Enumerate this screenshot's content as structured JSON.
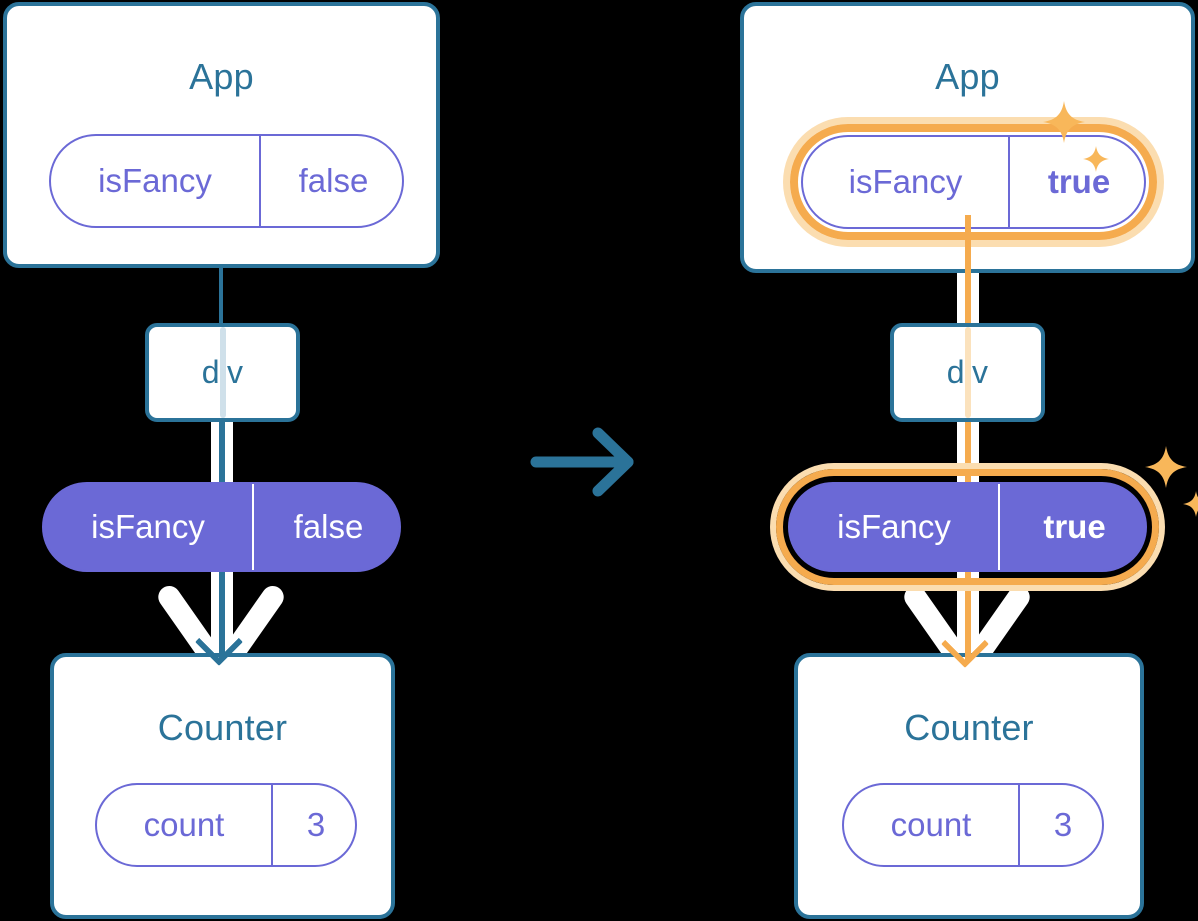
{
  "diagram": {
    "title": "React state update propagation diagram",
    "background_color": "#000000",
    "colors": {
      "component_border": "#2b7399",
      "component_title": "#2b7399",
      "state_purple": "#6b69d6",
      "highlight_orange": "#f5ab4e",
      "highlight_orange_glow": "#fbddb0",
      "box_fill": "#ffffff",
      "faded_wire_blue": "#cfe0ea",
      "faded_wire_orange": "#fbe2bd"
    },
    "transition_arrow": {
      "icon": "arrow-right-icon",
      "color": "#2b7399",
      "direction": "right"
    },
    "panels": [
      {
        "id": "before",
        "highlighted": false,
        "wire_color": "#2b7399",
        "app": {
          "title": "App",
          "state": {
            "name": "isFancy",
            "value": "false",
            "style": "outline",
            "value_bold": false,
            "highlighted": false
          }
        },
        "div": {
          "title": "div"
        },
        "props": {
          "name": "isFancy",
          "value": "false",
          "style": "filled",
          "value_bold": false,
          "highlighted": false
        },
        "counter": {
          "title": "Counter",
          "state": {
            "name": "count",
            "value": "3",
            "style": "outline",
            "value_bold": false,
            "highlighted": false
          }
        },
        "sparkles": []
      },
      {
        "id": "after",
        "highlighted": true,
        "wire_color": "#f5ab4e",
        "app": {
          "title": "App",
          "state": {
            "name": "isFancy",
            "value": "true",
            "style": "outline",
            "value_bold": true,
            "highlighted": true
          }
        },
        "div": {
          "title": "div"
        },
        "props": {
          "name": "isFancy",
          "value": "true",
          "style": "filled",
          "value_bold": true,
          "highlighted": true
        },
        "counter": {
          "title": "Counter",
          "state": {
            "name": "count",
            "value": "3",
            "style": "outline",
            "value_bold": false,
            "highlighted": false
          }
        },
        "sparkles": [
          {
            "icon": "sparkle-icon",
            "size": "large"
          },
          {
            "icon": "sparkle-icon",
            "size": "small"
          },
          {
            "icon": "sparkle-icon",
            "size": "large"
          },
          {
            "icon": "sparkle-icon",
            "size": "small"
          }
        ]
      }
    ]
  }
}
